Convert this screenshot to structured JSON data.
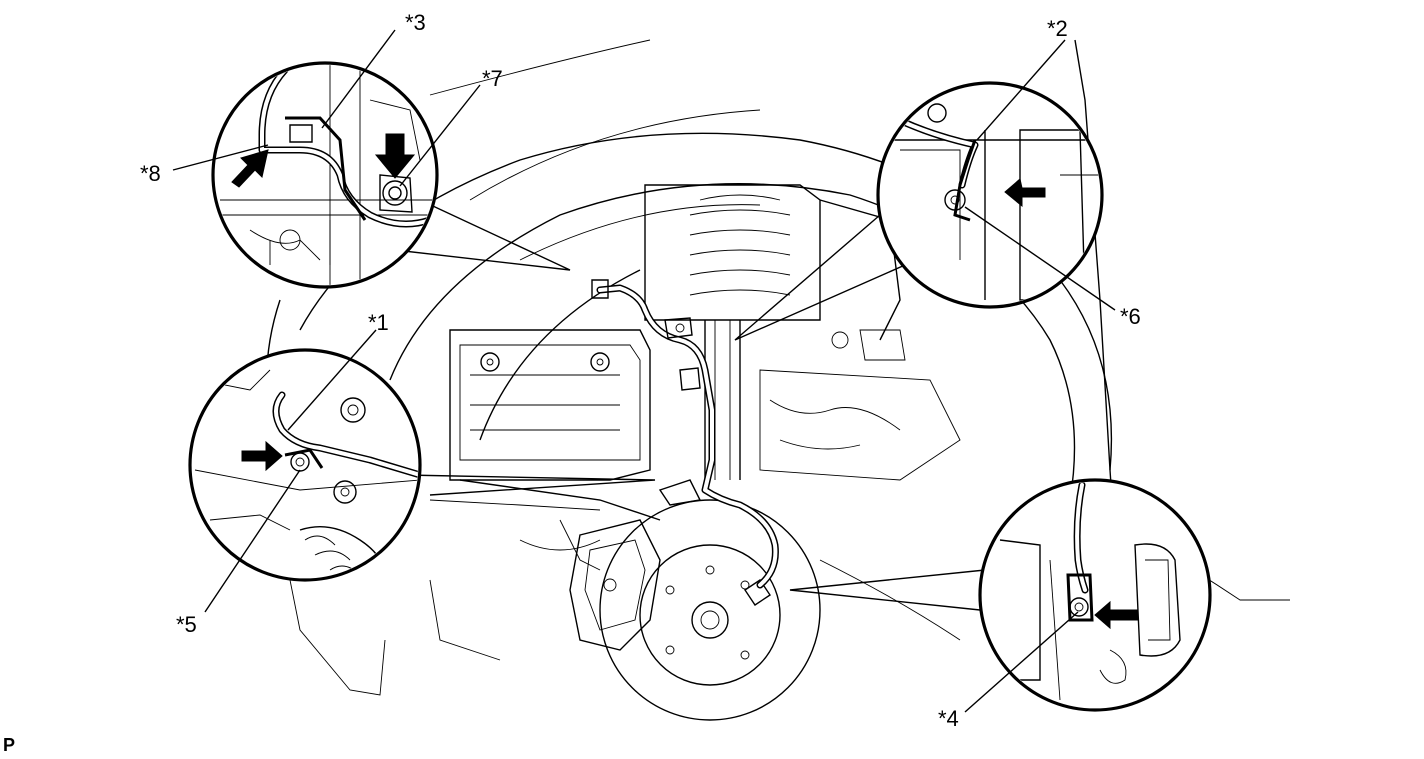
{
  "figure": {
    "callouts": {
      "c1": "*1",
      "c2": "*2",
      "c3": "*3",
      "c4": "*4",
      "c5": "*5",
      "c6": "*6",
      "c7": "*7",
      "c8": "*8"
    },
    "figure_code": "P"
  },
  "colors": {
    "line": "#000000",
    "background": "#ffffff"
  }
}
